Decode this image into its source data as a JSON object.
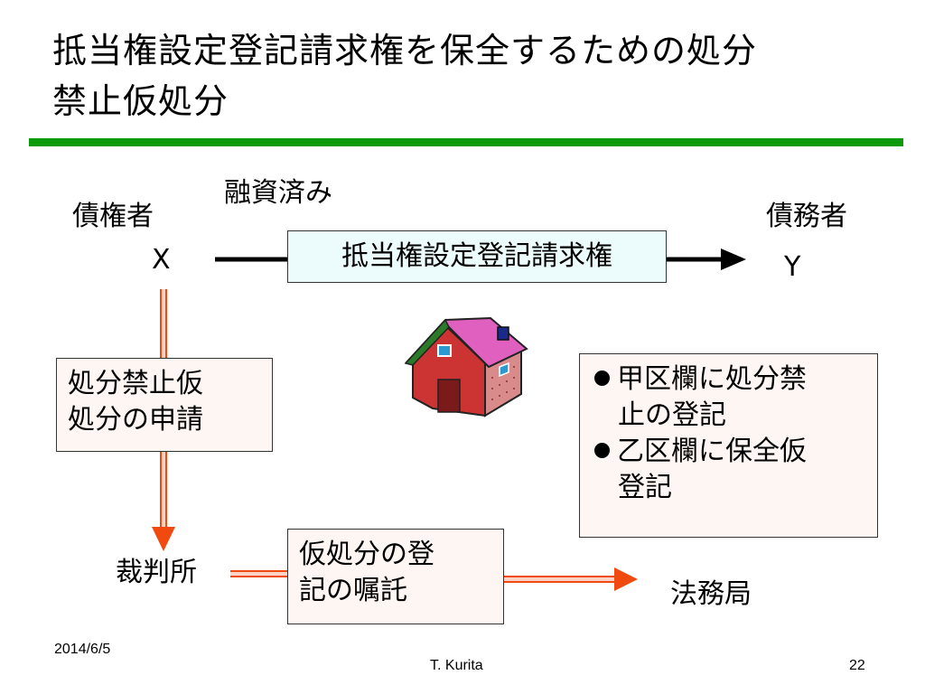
{
  "slide": {
    "title_line1": "抵当権設定登記請求権を保全するための処分",
    "title_line2": "禁止仮処分"
  },
  "diagram": {
    "financing_label": "融資済み",
    "creditor_label": "債権者",
    "creditor_letter": "X",
    "debtor_label": "債務者",
    "debtor_letter": "Y",
    "claim_box": "抵当権設定登記請求権",
    "application_box": [
      "処分禁止仮",
      "処分の申請"
    ],
    "court_label": "裁判所",
    "commission_box": [
      "仮処分の登",
      "記の嘱託"
    ],
    "registry_label": "法務局",
    "result_bullets": [
      {
        "line1": "甲区欄に処分禁",
        "line2": "止の登記"
      },
      {
        "line1": "乙区欄に保全仮",
        "line2": "登記"
      }
    ],
    "colors": {
      "arrow_orange": "#f04a10",
      "title_rule_green": "#0a9a0a",
      "house_wall": "#cc3333",
      "house_roof": "#e060c0"
    },
    "icons": [
      "house-icon"
    ]
  },
  "footer": {
    "date": "2014/6/5",
    "author": "T. Kurita",
    "page": "22"
  }
}
